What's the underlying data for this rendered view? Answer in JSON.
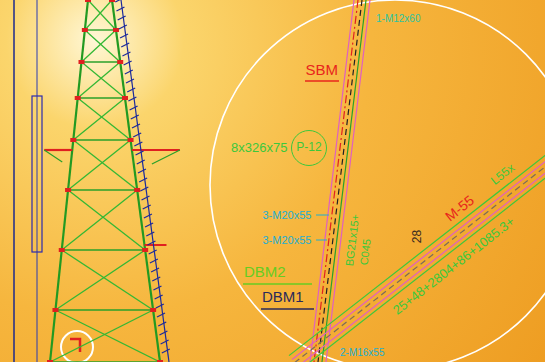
{
  "diagram": {
    "nodes": [
      {
        "text": [
          "P-12"
        ]
      }
    ],
    "labels": [
      "1-M12x60",
      "SBM",
      "8x326x75",
      "3-M20x55",
      "3-M20x55",
      "BG21x15+",
      "C045",
      "DBM2",
      "DBM1",
      "2-M16x55",
      "28",
      "M-55",
      "L55x",
      "25+48+2804+86+1085.3+"
    ]
  }
}
